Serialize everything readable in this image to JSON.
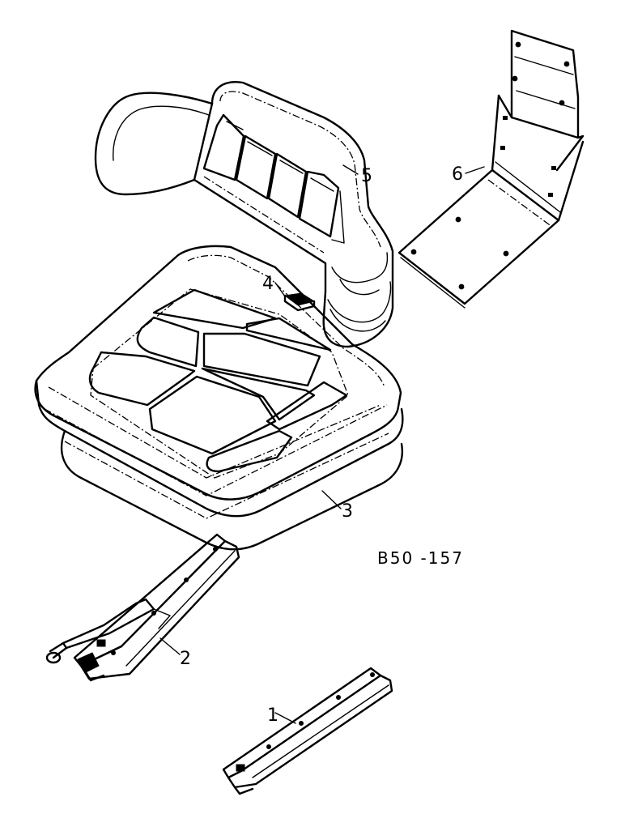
{
  "diagram": {
    "reference_code": "B50 -157",
    "callouts": [
      {
        "number": "1",
        "part": "seat slide rail"
      },
      {
        "number": "2",
        "part": "seat slide rail with adjustment lever"
      },
      {
        "number": "3",
        "part": "seat cushion"
      },
      {
        "number": "4",
        "part": "clip"
      },
      {
        "number": "5",
        "part": "backrest"
      },
      {
        "number": "6",
        "part": "mounting bracket"
      }
    ]
  }
}
